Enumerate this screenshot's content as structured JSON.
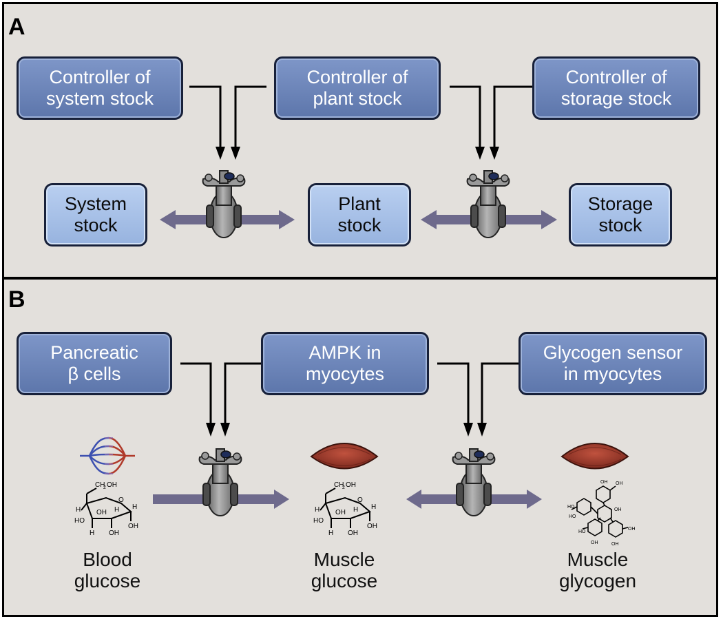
{
  "panel_a": {
    "letter": "A",
    "controllers": [
      "Controller of\nsystem stock",
      "Controller of\nplant stock",
      "Controller of\nstorage stock"
    ],
    "stocks": [
      "System\nstock",
      "Plant\nstock",
      "Storage\nstock"
    ]
  },
  "panel_b": {
    "letter": "B",
    "controllers": [
      "Pancreatic\nβ cells",
      "AMPK in\nmyocytes",
      "Glycogen sensor\nin myocytes"
    ],
    "labels": [
      "Blood\nglucose",
      "Muscle\nglucose",
      "Muscle\nglycogen"
    ]
  },
  "molecule_labels": {
    "ring_o": "O",
    "h": "H",
    "oh": "OH",
    "ho": "HO",
    "ch2oh_left": "CH",
    "ch2oh_sub": "2",
    "ch2oh_right": "OH"
  },
  "colors": {
    "controller_fill": "#6a82b8",
    "stock_fill": "#a9c2e8",
    "flow_arrow": "#6e6a8c",
    "background": "#e3e0dc",
    "muscle": "#9b3b2c",
    "vessel_blue": "#3d50b0",
    "vessel_red": "#b03a2a"
  }
}
